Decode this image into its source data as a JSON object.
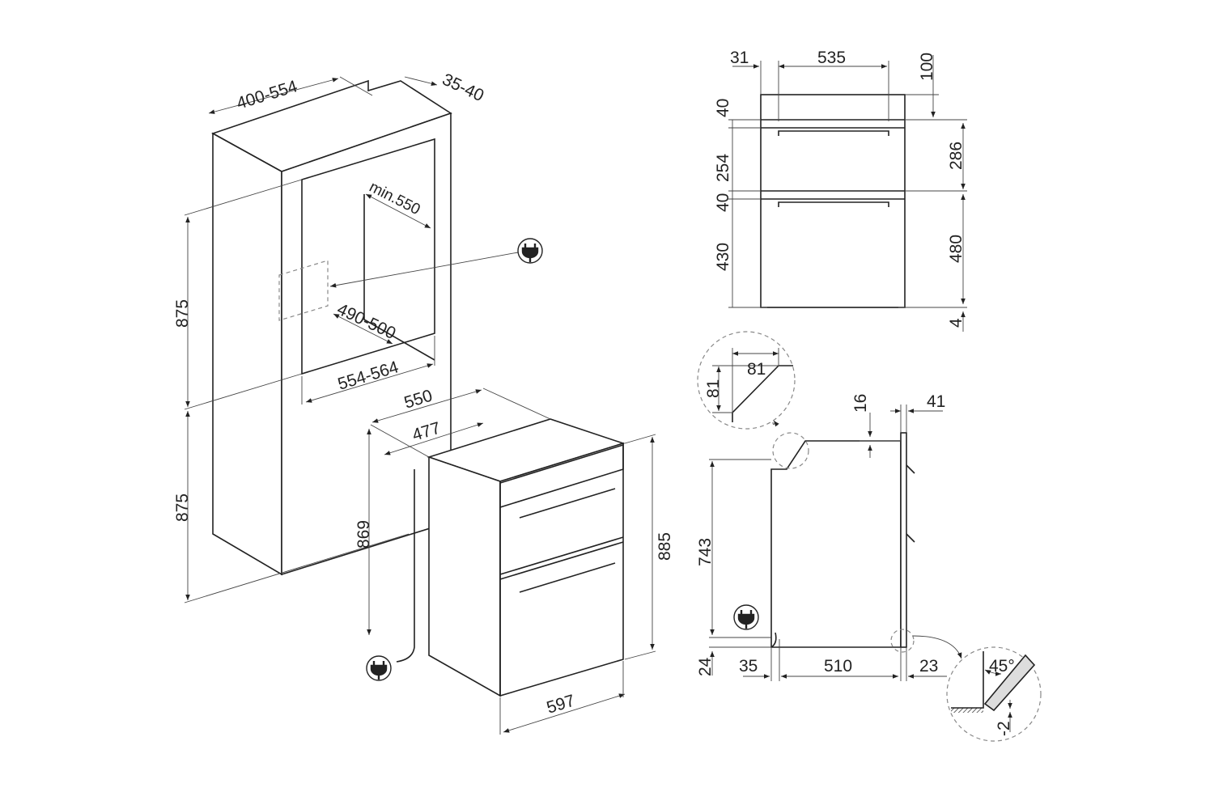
{
  "title": "Built-in double oven installation dimensions (mm)",
  "icons": {
    "plug": "power-plug-icon"
  },
  "cabinet": {
    "width": "400-554",
    "depth_gap": "35-40",
    "min_depth": "min.550",
    "opening_height": "490-500",
    "opening_width": "554-564",
    "upper_height": "875",
    "lower_height": "875"
  },
  "oven_iso": {
    "depth": "550",
    "body_depth": "477",
    "body_height": "869",
    "total_height": "885",
    "width": "597"
  },
  "front_view": {
    "side": "31",
    "width": "535",
    "top": "100",
    "gap1": "40",
    "upper_door": "254",
    "gap2": "40",
    "lower_door": "430",
    "upper_total": "286",
    "lower_total": "480",
    "bottom": "4"
  },
  "side_view": {
    "chamfer_w": "81",
    "chamfer_h": "81",
    "top_gap": "16",
    "front_panel": "41",
    "body_height": "743",
    "foot": "24",
    "rear": "35",
    "depth": "510",
    "front": "23",
    "angle": "45°",
    "offset": "-2"
  }
}
